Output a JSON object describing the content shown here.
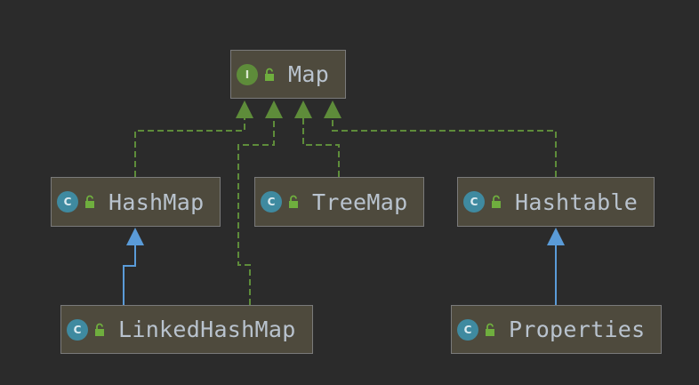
{
  "colors": {
    "background": "#2b2b2b",
    "node_fill": "#4e4a3d",
    "node_border": "#7a7a7a",
    "label": "#b9c3ce",
    "realization_edge": "#5e8c3a",
    "inheritance_edge": "#5a9bd8",
    "interface_badge": "#5e8c3a",
    "class_badge": "#3f8aa0"
  },
  "nodes": {
    "map": {
      "label": "Map",
      "badge": "I",
      "kind": "interface"
    },
    "hashmap": {
      "label": "HashMap",
      "badge": "C",
      "kind": "class"
    },
    "treemap": {
      "label": "TreeMap",
      "badge": "C",
      "kind": "class"
    },
    "hashtable": {
      "label": "Hashtable",
      "badge": "C",
      "kind": "class"
    },
    "linkedhashmap": {
      "label": "LinkedHashMap",
      "badge": "C",
      "kind": "class"
    },
    "properties": {
      "label": "Properties",
      "badge": "C",
      "kind": "class"
    }
  },
  "edges": [
    {
      "from": "hashmap",
      "to": "map",
      "type": "realization"
    },
    {
      "from": "linkedhashmap",
      "to": "map",
      "type": "realization"
    },
    {
      "from": "treemap",
      "to": "map",
      "type": "realization"
    },
    {
      "from": "hashtable",
      "to": "map",
      "type": "realization"
    },
    {
      "from": "linkedhashmap",
      "to": "hashmap",
      "type": "inheritance"
    },
    {
      "from": "properties",
      "to": "hashtable",
      "type": "inheritance"
    }
  ],
  "icons": {
    "visibility": "open-lock-icon"
  }
}
